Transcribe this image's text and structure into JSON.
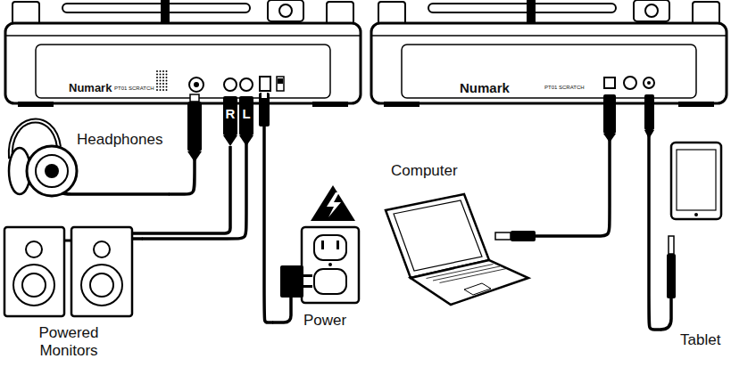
{
  "diagram": {
    "nodes": [
      {
        "text": [
          "Numark",
          "PT01 SCRATCH"
        ]
      },
      {
        "text": [
          "Headphones"
        ]
      },
      {
        "text": [
          "Powered Monitors"
        ]
      },
      {
        "text": [
          "Power"
        ]
      },
      {
        "text": [
          "Numark",
          "PT01 SCRATCH"
        ]
      },
      {
        "text": [
          "Computer"
        ]
      },
      {
        "text": [
          "Tablet"
        ]
      }
    ],
    "edges": [
      {
        "from": 0,
        "to": 1,
        "arrow": "none"
      },
      {
        "from": 0,
        "to": 2,
        "arrow": "none"
      },
      {
        "from": 0,
        "to": 3,
        "arrow": "none"
      },
      {
        "from": 4,
        "to": 5,
        "arrow": "none"
      },
      {
        "from": 4,
        "to": 6,
        "arrow": "none"
      }
    ],
    "labels": [
      "R",
      "L"
    ]
  }
}
